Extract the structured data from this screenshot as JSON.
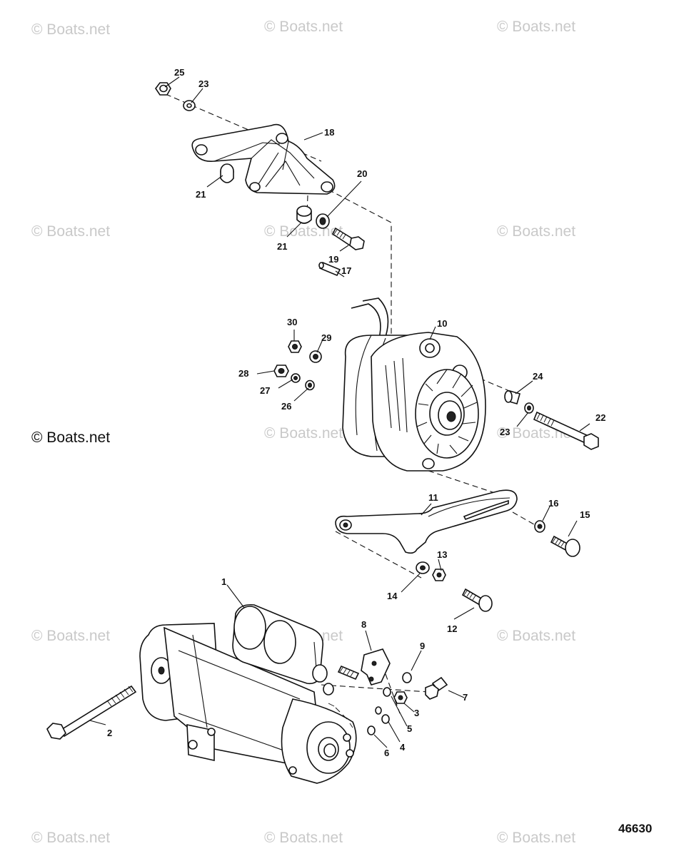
{
  "figure_number": "46630",
  "watermark_text": "© Boats.net",
  "callouts": {
    "c1": "1",
    "c2": "2",
    "c3": "3",
    "c4": "4",
    "c5": "5",
    "c6": "6",
    "c7": "7",
    "c8": "8",
    "c9": "9",
    "c10": "10",
    "c11": "11",
    "c12": "12",
    "c13": "13",
    "c14": "14",
    "c15": "15",
    "c16": "16",
    "c17": "17",
    "c18": "18",
    "c19": "19",
    "c20": "20",
    "c21a": "21",
    "c21b": "21",
    "c22": "22",
    "c23a": "23",
    "c23b": "23",
    "c24": "24",
    "c25": "25",
    "c26": "26",
    "c27": "27",
    "c28": "28",
    "c29": "29",
    "c30": "30"
  },
  "colors": {
    "line": "#111111",
    "watermark": "#c9c9c9",
    "background": "#ffffff"
  }
}
